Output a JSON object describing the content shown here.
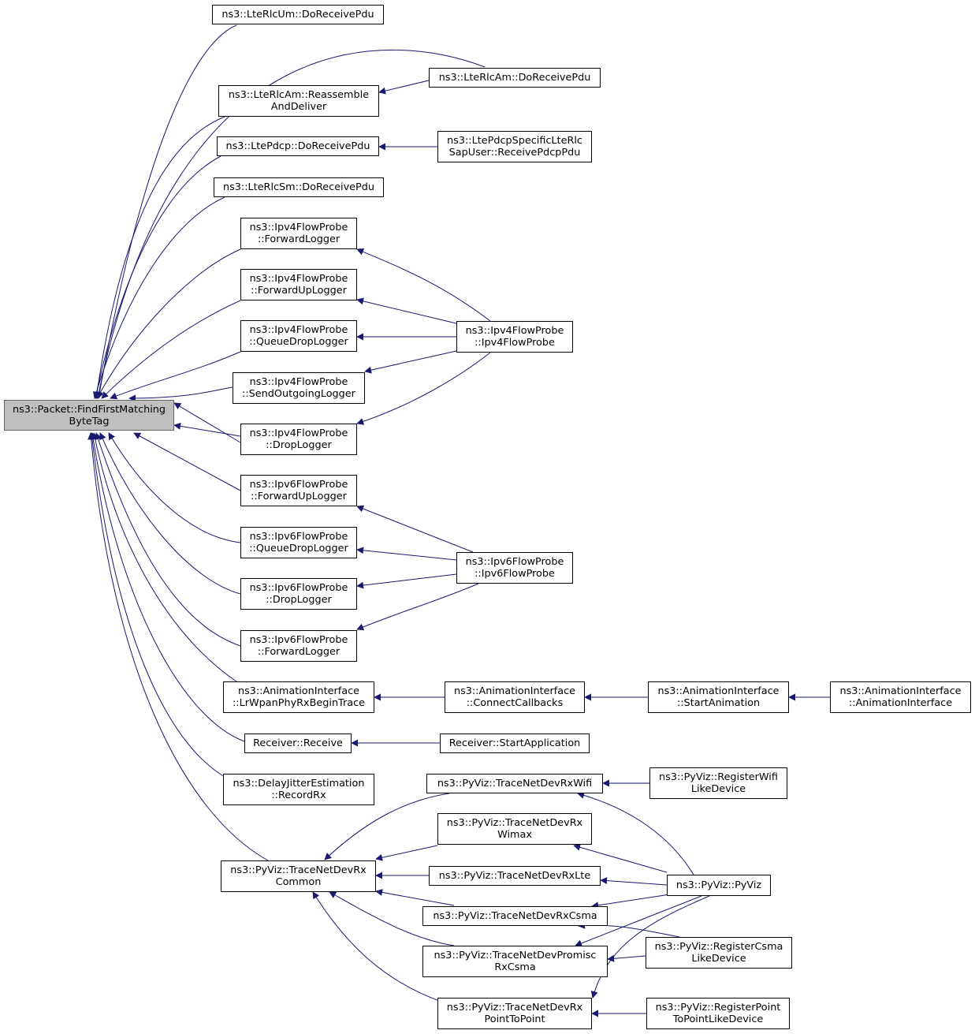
{
  "colors": {
    "edge": "#191970",
    "root_fill": "#bfbfbf",
    "root_border": "#666666"
  },
  "nodes": {
    "root": [
      "ns3::Packet::FindFirstMatching",
      "ByteTag"
    ],
    "umdo": [
      "ns3::LteRlcUm::DoReceivePdu"
    ],
    "amdo": [
      "ns3::LteRlcAm::DoReceivePdu"
    ],
    "reasm": [
      "ns3::LteRlcAm::Reassemble",
      "AndDeliver"
    ],
    "pdcp": [
      "ns3::LtePdcp::DoReceivePdu"
    ],
    "pdcpsap": [
      "ns3::LtePdcpSpecificLteRlc",
      "SapUser::ReceivePdcpPdu"
    ],
    "smdo": [
      "ns3::LteRlcSm::DoReceivePdu"
    ],
    "v4fwd": [
      "ns3::Ipv4FlowProbe",
      "::ForwardLogger"
    ],
    "v4fwdup": [
      "ns3::Ipv4FlowProbe",
      "::ForwardUpLogger"
    ],
    "v4qd": [
      "ns3::Ipv4FlowProbe",
      "::QueueDropLogger"
    ],
    "v4so": [
      "ns3::Ipv4FlowProbe",
      "::SendOutgoingLogger"
    ],
    "v4drop": [
      "ns3::Ipv4FlowProbe",
      "::DropLogger"
    ],
    "v4probe": [
      "ns3::Ipv4FlowProbe",
      "::Ipv4FlowProbe"
    ],
    "v6fwdup": [
      "ns3::Ipv6FlowProbe",
      "::ForwardUpLogger"
    ],
    "v6qd": [
      "ns3::Ipv6FlowProbe",
      "::QueueDropLogger"
    ],
    "v6drop": [
      "ns3::Ipv6FlowProbe",
      "::DropLogger"
    ],
    "v6fwd": [
      "ns3::Ipv6FlowProbe",
      "::ForwardLogger"
    ],
    "v6probe": [
      "ns3::Ipv6FlowProbe",
      "::Ipv6FlowProbe"
    ],
    "lrwpan": [
      "ns3::AnimationInterface",
      "::LrWpanPhyRxBeginTrace"
    ],
    "conncb": [
      "ns3::AnimationInterface",
      "::ConnectCallbacks"
    ],
    "startanim": [
      "ns3::AnimationInterface",
      "::StartAnimation"
    ],
    "animif": [
      "ns3::AnimationInterface",
      "::AnimationInterface"
    ],
    "recv": [
      "Receiver::Receive"
    ],
    "startapp": [
      "Receiver::StartApplication"
    ],
    "djrx": [
      "ns3::DelayJitterEstimation",
      "::RecordRx"
    ],
    "rxcommon": [
      "ns3::PyViz::TraceNetDevRx",
      "Common"
    ],
    "rxwifi": [
      "ns3::PyViz::TraceNetDevRxWifi"
    ],
    "regwifi": [
      "ns3::PyViz::RegisterWifi",
      "LikeDevice"
    ],
    "rxwimax": [
      "ns3::PyViz::TraceNetDevRx",
      "Wimax"
    ],
    "rxlte": [
      "ns3::PyViz::TraceNetDevRxLte"
    ],
    "pyviz": [
      "ns3::PyViz::PyViz"
    ],
    "rxcsma": [
      "ns3::PyViz::TraceNetDevRxCsma"
    ],
    "promisc": [
      "ns3::PyViz::TraceNetDevPromisc",
      "RxCsma"
    ],
    "regcsma": [
      "ns3::PyViz::RegisterCsma",
      "LikeDevice"
    ],
    "rxp2p": [
      "ns3::PyViz::TraceNetDevRx",
      "PointToPoint"
    ],
    "regp2p": [
      "ns3::PyViz::RegisterPoint",
      "ToPointLikeDevice"
    ]
  }
}
